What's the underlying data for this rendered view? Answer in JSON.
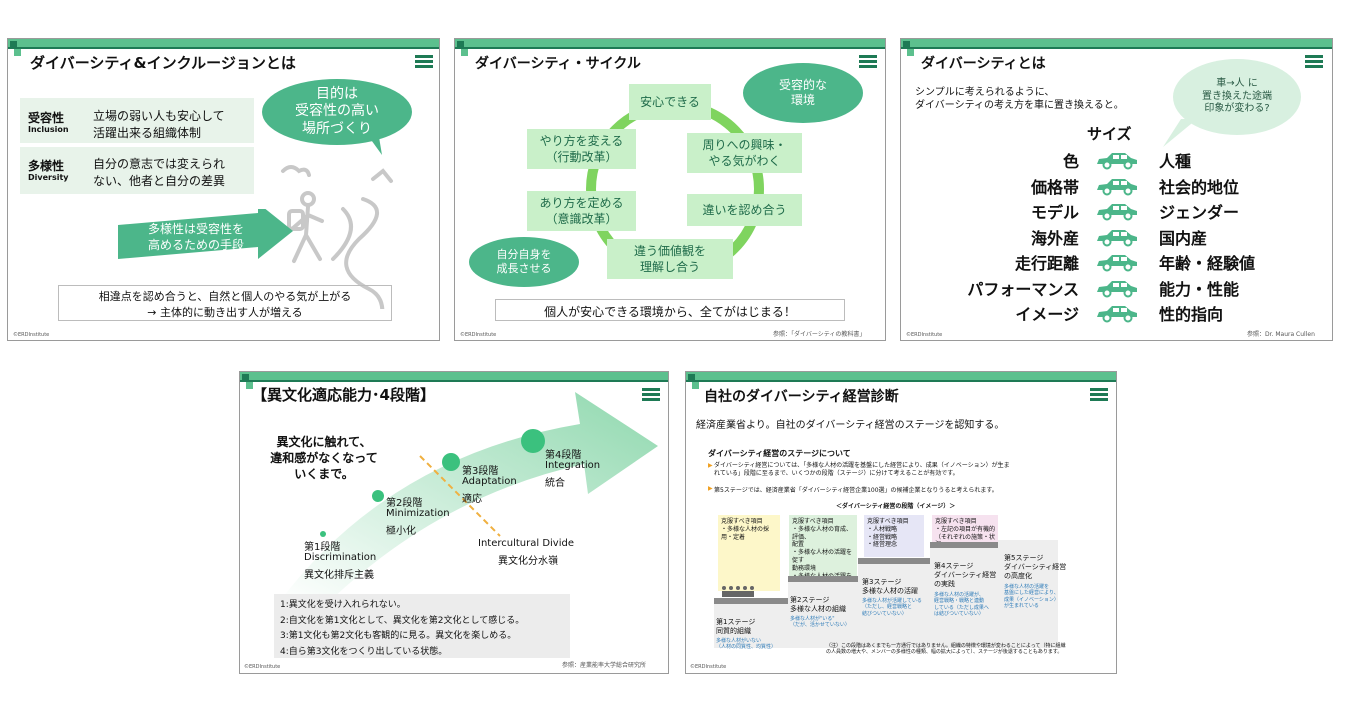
{
  "common": {
    "copyright": "©ERDInstitute"
  },
  "slide1": {
    "title": "ダイバーシティ&インクルージョンとは",
    "row1_label_jp": "受容性",
    "row1_label_en": "Inclusion",
    "row1_desc_1": "立場の弱い人も安心して",
    "row1_desc_2": "活躍出来る組織体制",
    "row2_label_jp": "多様性",
    "row2_label_en": "Diversity",
    "row2_desc_1": "自分の意志では変えられ",
    "row2_desc_2": "ない、他者と自分の差異",
    "goal_bubble": "目的は\n受容性の高い\n場所づくり",
    "arrow_text": "多様性は受容性を\n高めるための手段",
    "bottom_1": "相違点を認め合うと、自然と個人のやる気が上がる",
    "bottom_2": "→ 主体的に動き出す人が増える"
  },
  "slide2": {
    "title": "ダイバーシティ・サイクル",
    "b_top": "安心できる",
    "b_right1": "周りへの興味・\nやる気がわく",
    "b_right2": "違いを認め合う",
    "b_bottom": "違う価値観を\n理解し合う",
    "b_left2": "あり方を定める\n（意識改革）",
    "b_left1": "やり方を変える\n（行動改革）",
    "bubble_right": "受容的な\n環境",
    "bubble_left": "自分自身を\n成長させる",
    "bottom": "個人が安心できる環境から、全てがはじまる！",
    "ref": "参照：「ダイバーシティの教科書」"
  },
  "slide3": {
    "title": "ダイバーシティとは",
    "intro_1": "シンプルに考えられるように、",
    "intro_2": "ダイバーシティの考え方を車に置き換えると。",
    "bubble": "車→人 に\n置き換えた途端\n印象が変わる?",
    "header": "サイズ",
    "rows": [
      {
        "left": "色",
        "right": "人種"
      },
      {
        "left": "価格帯",
        "right": "社会的地位"
      },
      {
        "left": "モデル",
        "right": "ジェンダー"
      },
      {
        "left": "海外産",
        "right": "国内産"
      },
      {
        "left": "走行距離",
        "right": "年齢・経験値"
      },
      {
        "left": "パフォーマンス",
        "right": "能力・性能"
      },
      {
        "left": "イメージ",
        "right": "性的指向"
      }
    ],
    "ref": "参照：Dr. Maura Cullen",
    "colors": {
      "car": "#4cb68a"
    }
  },
  "slide4": {
    "title": "【異文化適応能力･4段階】",
    "lead": "異文化に触れて、\n違和感がなくなって\nいくまで。",
    "s1_jp": "第1段階",
    "s1_en": "Discrimination",
    "s1_term": "異文化排斥主義",
    "s2_jp": "第2段階",
    "s2_en": "Minimization",
    "s2_term": "極小化",
    "s3_jp": "第3段階",
    "s3_en": "Adaptation",
    "s3_term": "適応",
    "s4_jp": "第4段階",
    "s4_en": "Integration",
    "s4_term": "統合",
    "divide_en": "Intercultural Divide",
    "divide_jp": "異文化分水嶺",
    "list": [
      "1:異文化を受け入れられない。",
      "2:自文化を第1文化として、異文化を第2文化として感じる。",
      "3:第1文化も第2文化も客観的に見る。異文化を楽しめる。",
      "4:自ら第3文化をつくり出している状態。"
    ],
    "ref": "参照：産業能率大学総合研究所"
  },
  "slide5": {
    "title": "自社のダイバーシティ経営診断",
    "subtitle": "経済産業省より。自社のダイバーシティ経営のステージを認知する。",
    "section": "ダイバーシティ経営のステージについて",
    "bullet1": "ダイバーシティ経営については、「多様な人材の活躍を基盤にした経営により、成果（イノベーション）が生ま\nれている」段階に至るまで、いくつかの段階（ステージ）に分けて考えることが有効です。",
    "bullet2": "第5ステージでは、経済産業省「ダイバーシティ経営企業100選」の候補企業となりうると考えられます。",
    "chart_title": "＜ダイバーシティ経営の段階（イメージ）＞",
    "box1": "克服すべき項目\n・多様な人材の採用・定着",
    "box2": "克服すべき項目\n・多様な人材の育成、評価、\n配置\n・多様な人材の活躍を促す\n勤務環境\n・多様な人材の活躍を促す\n組織風土",
    "box3": "克服すべき項目\n・人材戦略\n・経営戦略\n・経営理念",
    "box4": "克服すべき項目\n・左記の項目が有機的\n（それぞれの施策・状況\nの成果が相乗的によ）",
    "st1": "第1ステージ\n同質的組織",
    "st1_sub": "多様な人材がいない\n（人材の同質性、均質性）",
    "st2": "第2ステージ\n多様な人材の組織",
    "st2_sub": "多様な人材が\"いる\"\n（だが、活かせていない）",
    "st3": "第3ステージ\n多様な人材の活躍",
    "st3_sub": "多様な人材が活躍している\n（ただし、経営戦略と\n結びついていない）",
    "st4": "第4ステージ\nダイバーシティ経営\nの実践",
    "st4_sub": "多様な人材の活躍が、\n経営戦略・戦略と連動\nしている（ただし成果へ\nは結びついていない）",
    "st5": "第5ステージ\nダイバーシティ経営\nの高度化",
    "st5_sub": "多様な人材の活躍を\n基盤にした経営により、\n成果（イノベーション）\nが生まれている",
    "footnote": "（注）この段階はあくまでも一方通行ではありません。組織の特徴や環境が変わることによって（特に組織\nの人員数の増大や、メンバーの多様性の種類、幅の拡大によって）、ステージが後退することもあります。"
  }
}
